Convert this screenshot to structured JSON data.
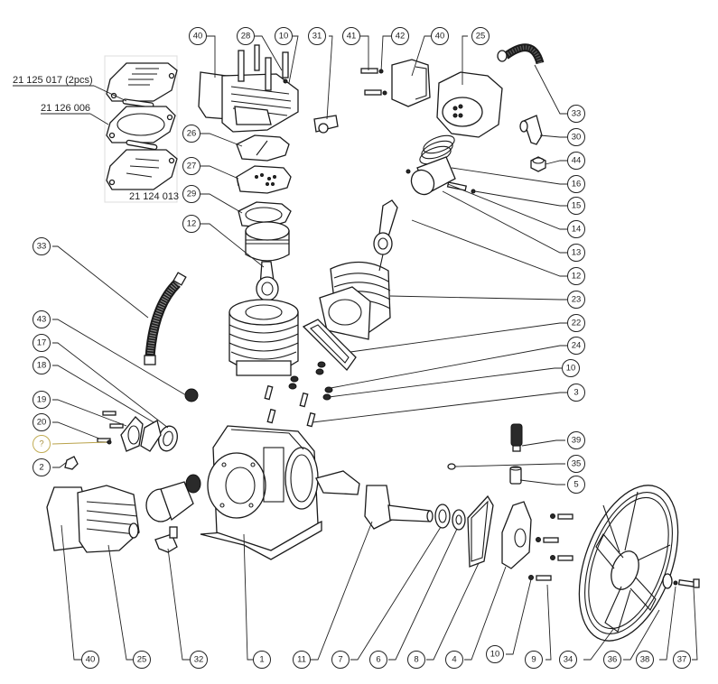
{
  "title": "Air compressor pump exploded parts diagram",
  "part_numbers": {
    "valve_plate": "21 125 017 (2pcs)",
    "gasket": "21 126 006",
    "valve_plate_lower": "21 124 013"
  },
  "callouts": {
    "c40a": "40",
    "c28": "28",
    "c10a": "10",
    "c31": "31",
    "c41": "41",
    "c42": "42",
    "c40b": "40",
    "c25a": "25",
    "c33a": "33",
    "c30": "30",
    "c44": "44",
    "c16": "16",
    "c15": "15",
    "c14": "14",
    "c13": "13",
    "c12b": "12",
    "c23": "23",
    "c22": "22",
    "c24": "24",
    "c10b": "10",
    "c3": "3",
    "c26": "26",
    "c27": "27",
    "c29": "29",
    "c12a": "12",
    "c33b": "33",
    "c43": "43",
    "c17": "17",
    "c18": "18",
    "c19": "19",
    "c20": "20",
    "cq": "?",
    "c2": "2",
    "c39": "39",
    "c35": "35",
    "c5": "5",
    "c40c": "40",
    "c25b": "25",
    "c32": "32",
    "c1": "1",
    "c11": "11",
    "c7": "7",
    "c6": "6",
    "c8": "8",
    "c4": "4",
    "c10c": "10",
    "c9": "9",
    "c34": "34",
    "c36": "36",
    "c38": "38",
    "c37": "37"
  },
  "colors": {
    "line": "#1a1a1a",
    "highlight": "#c2ad55",
    "background": "#ffffff"
  }
}
